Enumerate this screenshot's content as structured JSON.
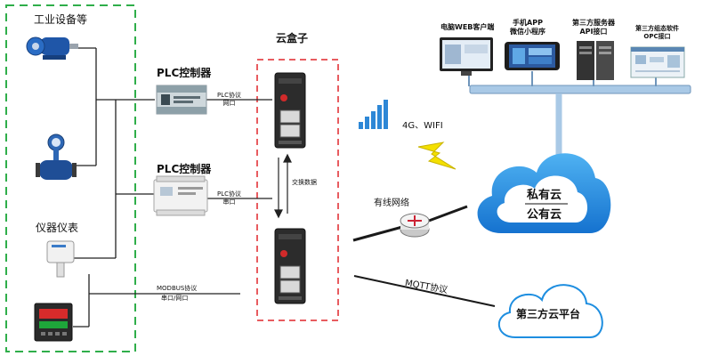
{
  "left_group": {
    "industrial_label": "工业设备等",
    "instrument_label": "仪器仪表"
  },
  "plc": {
    "plc1_title": "PLC控制器",
    "plc2_title": "PLC控制器",
    "plc1_protocol": "PLC协议",
    "plc1_port": "网口",
    "plc2_protocol": "PLC协议",
    "plc2_port": "串口"
  },
  "modbus": {
    "protocol": "MODBUS协议",
    "port": "串口/网口"
  },
  "cloud_box": {
    "title": "云盒子",
    "exchange_label": "交换数据"
  },
  "network": {
    "wireless": "4G、WIFI",
    "wired": "有线网络",
    "mqtt": "MQTT协议"
  },
  "clouds": {
    "main_top": "私有云",
    "main_bottom": "公有云",
    "third_party": "第三方云平台"
  },
  "clients": {
    "web_line1": "电脑WEB客户端",
    "app_line1": "手机APP",
    "app_line2": "微信小程序",
    "server_line1": "第三方服务器",
    "server_line2": "API接口",
    "opc_line1": "第三方组态软件",
    "opc_line2": "OPC接口"
  },
  "colors": {
    "green_dash": "#2fae4a",
    "red_dash": "#e0262b",
    "cloud_blue": "#1e8ee0",
    "bus_blue": "#a9c9e6"
  }
}
